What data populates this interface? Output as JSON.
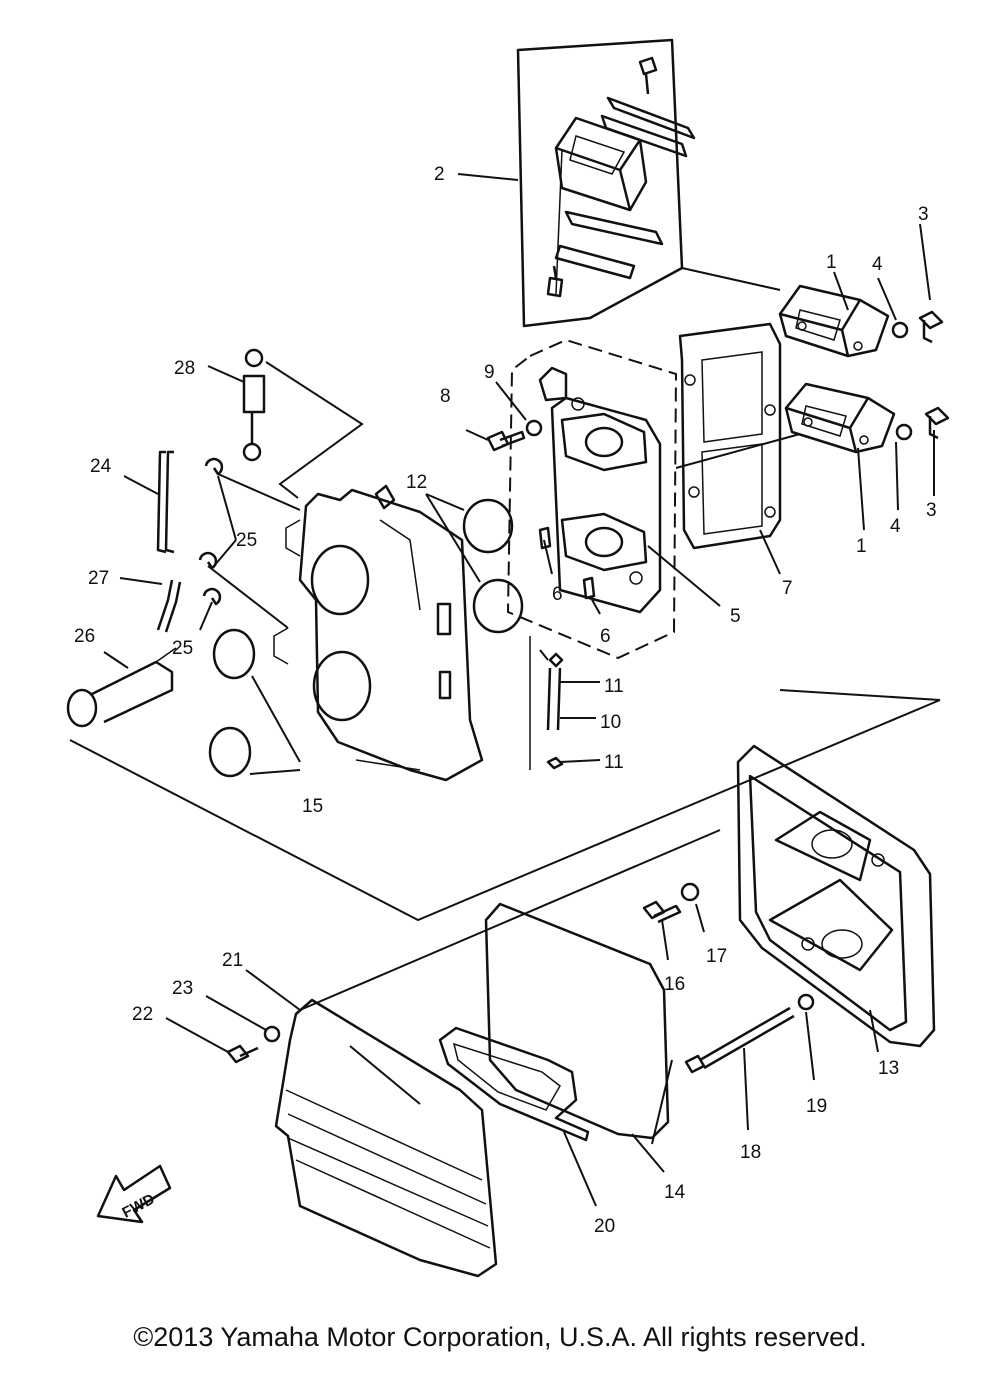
{
  "diagram": {
    "labels": [
      {
        "id": "l2",
        "text": "2"
      },
      {
        "id": "l3a",
        "text": "3"
      },
      {
        "id": "l3b",
        "text": "3"
      },
      {
        "id": "l4a",
        "text": "4"
      },
      {
        "id": "l4b",
        "text": "4"
      },
      {
        "id": "l1a",
        "text": "1"
      },
      {
        "id": "l1b",
        "text": "1"
      },
      {
        "id": "l28",
        "text": "28"
      },
      {
        "id": "l9",
        "text": "9"
      },
      {
        "id": "l8",
        "text": "8"
      },
      {
        "id": "l12",
        "text": "12"
      },
      {
        "id": "l24",
        "text": "24"
      },
      {
        "id": "l25a",
        "text": "25"
      },
      {
        "id": "l25b",
        "text": "25"
      },
      {
        "id": "l27",
        "text": "27"
      },
      {
        "id": "l26",
        "text": "26"
      },
      {
        "id": "l6a",
        "text": "6"
      },
      {
        "id": "l6b",
        "text": "6"
      },
      {
        "id": "l7",
        "text": "7"
      },
      {
        "id": "l5",
        "text": "5"
      },
      {
        "id": "l11a",
        "text": "11"
      },
      {
        "id": "l10",
        "text": "10"
      },
      {
        "id": "l11b",
        "text": "11"
      },
      {
        "id": "l15",
        "text": "15"
      },
      {
        "id": "l17",
        "text": "17"
      },
      {
        "id": "l16",
        "text": "16"
      },
      {
        "id": "l13",
        "text": "13"
      },
      {
        "id": "l21",
        "text": "21"
      },
      {
        "id": "l23",
        "text": "23"
      },
      {
        "id": "l22",
        "text": "22"
      },
      {
        "id": "l19",
        "text": "19"
      },
      {
        "id": "l18",
        "text": "18"
      },
      {
        "id": "l14",
        "text": "14"
      },
      {
        "id": "l20",
        "text": "20"
      }
    ],
    "fwd_label": "FWD"
  },
  "copyright": "©2013 Yamaha Motor Corporation, U.S.A. All rights reserved."
}
